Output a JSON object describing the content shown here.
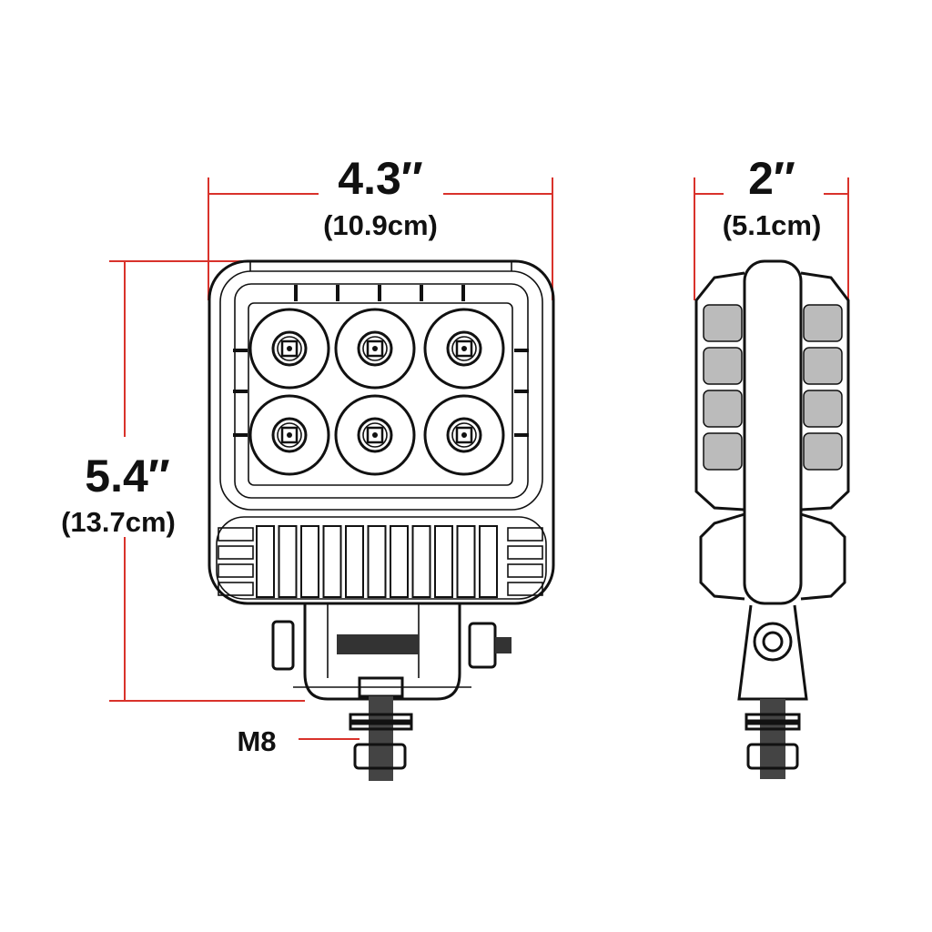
{
  "dimensions": {
    "width": {
      "value": "4.3″",
      "metric": "(10.9cm)"
    },
    "height": {
      "value": "5.4″",
      "metric": "(13.7cm)"
    },
    "depth": {
      "value": "2″",
      "metric": "(5.1cm)"
    }
  },
  "labels": {
    "thread": "M8"
  },
  "colors": {
    "dimension_lines": "#d9322b",
    "drawing": "#111111"
  },
  "front_view": {
    "led_count": 6
  }
}
